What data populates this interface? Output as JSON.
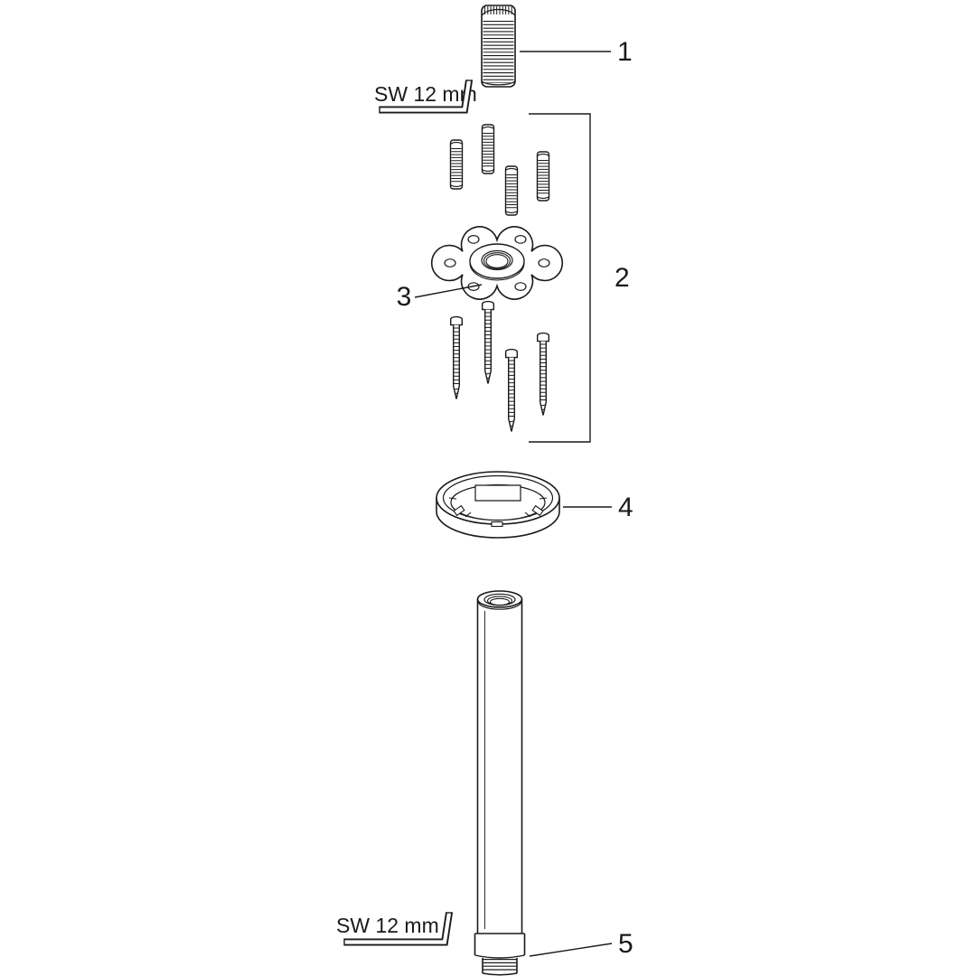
{
  "diagram": {
    "background_color": "#ffffff",
    "line_color": "#1a1a1a",
    "callouts": {
      "part1": "1",
      "part2": "2",
      "part3": "3",
      "part4": "4",
      "part5": "5"
    },
    "annotations": {
      "wrench_size_top": "SW 12 mm",
      "wrench_size_bottom": "SW 12 mm"
    },
    "icons": {
      "top": "allen-key-icon",
      "bottom": "allen-key-icon"
    }
  }
}
